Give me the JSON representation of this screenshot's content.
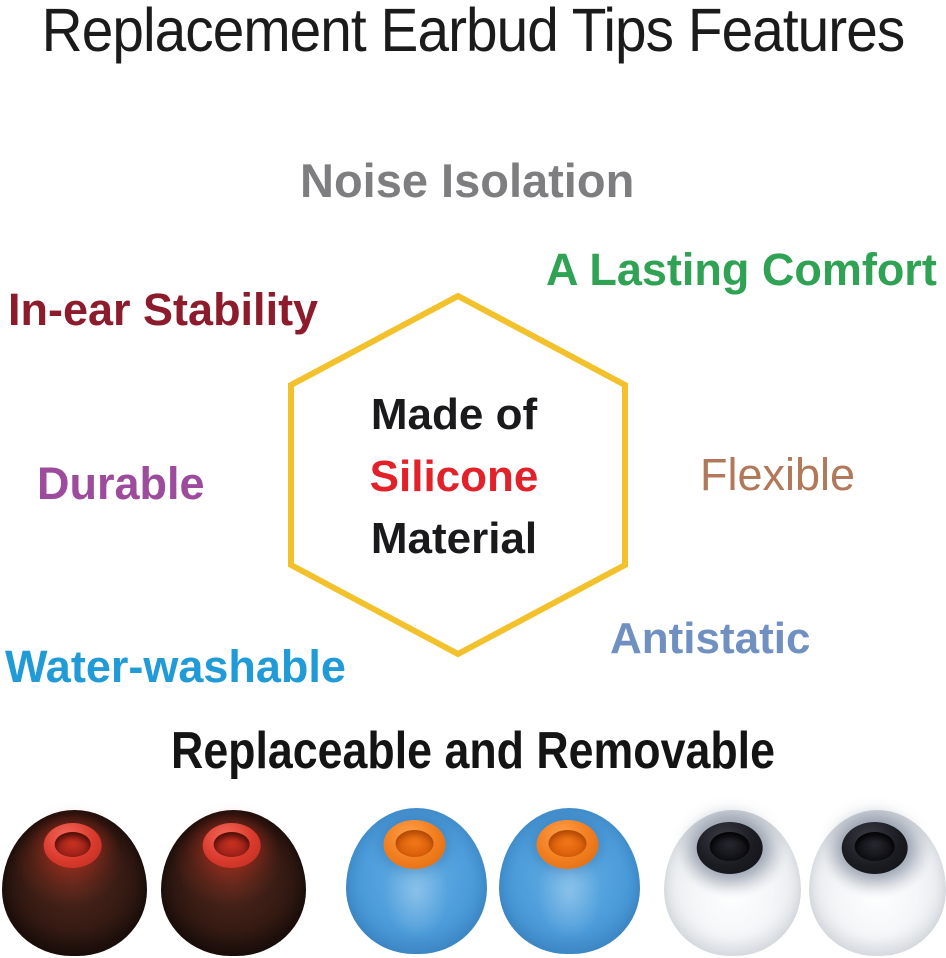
{
  "title": "Replacement Earbud Tips Features",
  "features": {
    "noise_isolation": {
      "label": "Noise Isolation",
      "color": "#7E7E80"
    },
    "lasting_comfort": {
      "label": "A Lasting Comfort",
      "color": "#2FA254"
    },
    "in_ear_stability": {
      "label": "In-ear Stability",
      "color": "#8C1B2C"
    },
    "durable": {
      "label": "Durable",
      "color": "#9D4B9D"
    },
    "flexible": {
      "label": "Flexible",
      "color": "#B1795A"
    },
    "water_washable": {
      "label": "Water-washable",
      "color": "#209BD8"
    },
    "antistatic": {
      "label": "Antistatic",
      "color": "#7090C2"
    }
  },
  "hexagon": {
    "stroke_color": "#F2C12C",
    "line1": "Made of",
    "line2": "Silicone",
    "line3": "Material",
    "text_color": "#1A1A1C",
    "line2_color": "#E2222A"
  },
  "footer": {
    "label": "Replaceable and Removable",
    "color": "#141414"
  },
  "earbud_tips": [
    {
      "name": "dark-brown-tip-red-core",
      "body_color": "#31180F",
      "core_color": "#D93A2C",
      "count": 2
    },
    {
      "name": "blue-tip-orange-core",
      "body_color": "#4A9FDC",
      "core_color": "#F07C1D",
      "count": 2
    },
    {
      "name": "white-tip-black-core",
      "body_color": "#EBEDF0",
      "core_color": "#17171D",
      "count": 2
    }
  ]
}
